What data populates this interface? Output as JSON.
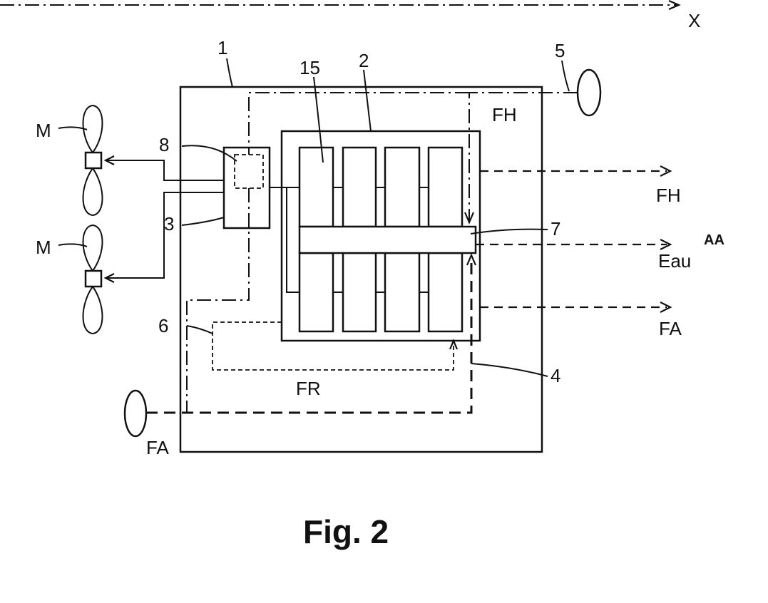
{
  "labels": {
    "axis": "X",
    "n1": "1",
    "n2": "2",
    "n3": "3",
    "n4": "4",
    "n5": "5",
    "n6": "6",
    "n7": "7",
    "n8": "8",
    "n15": "15",
    "m_top": "M",
    "m_bottom": "M",
    "fh_inside": "FH",
    "fh_out": "FH",
    "eau": "Eau",
    "aa": "AA",
    "fa_out": "FA",
    "fr": "FR",
    "fa_in": "FA"
  },
  "caption": "Fig. 2"
}
